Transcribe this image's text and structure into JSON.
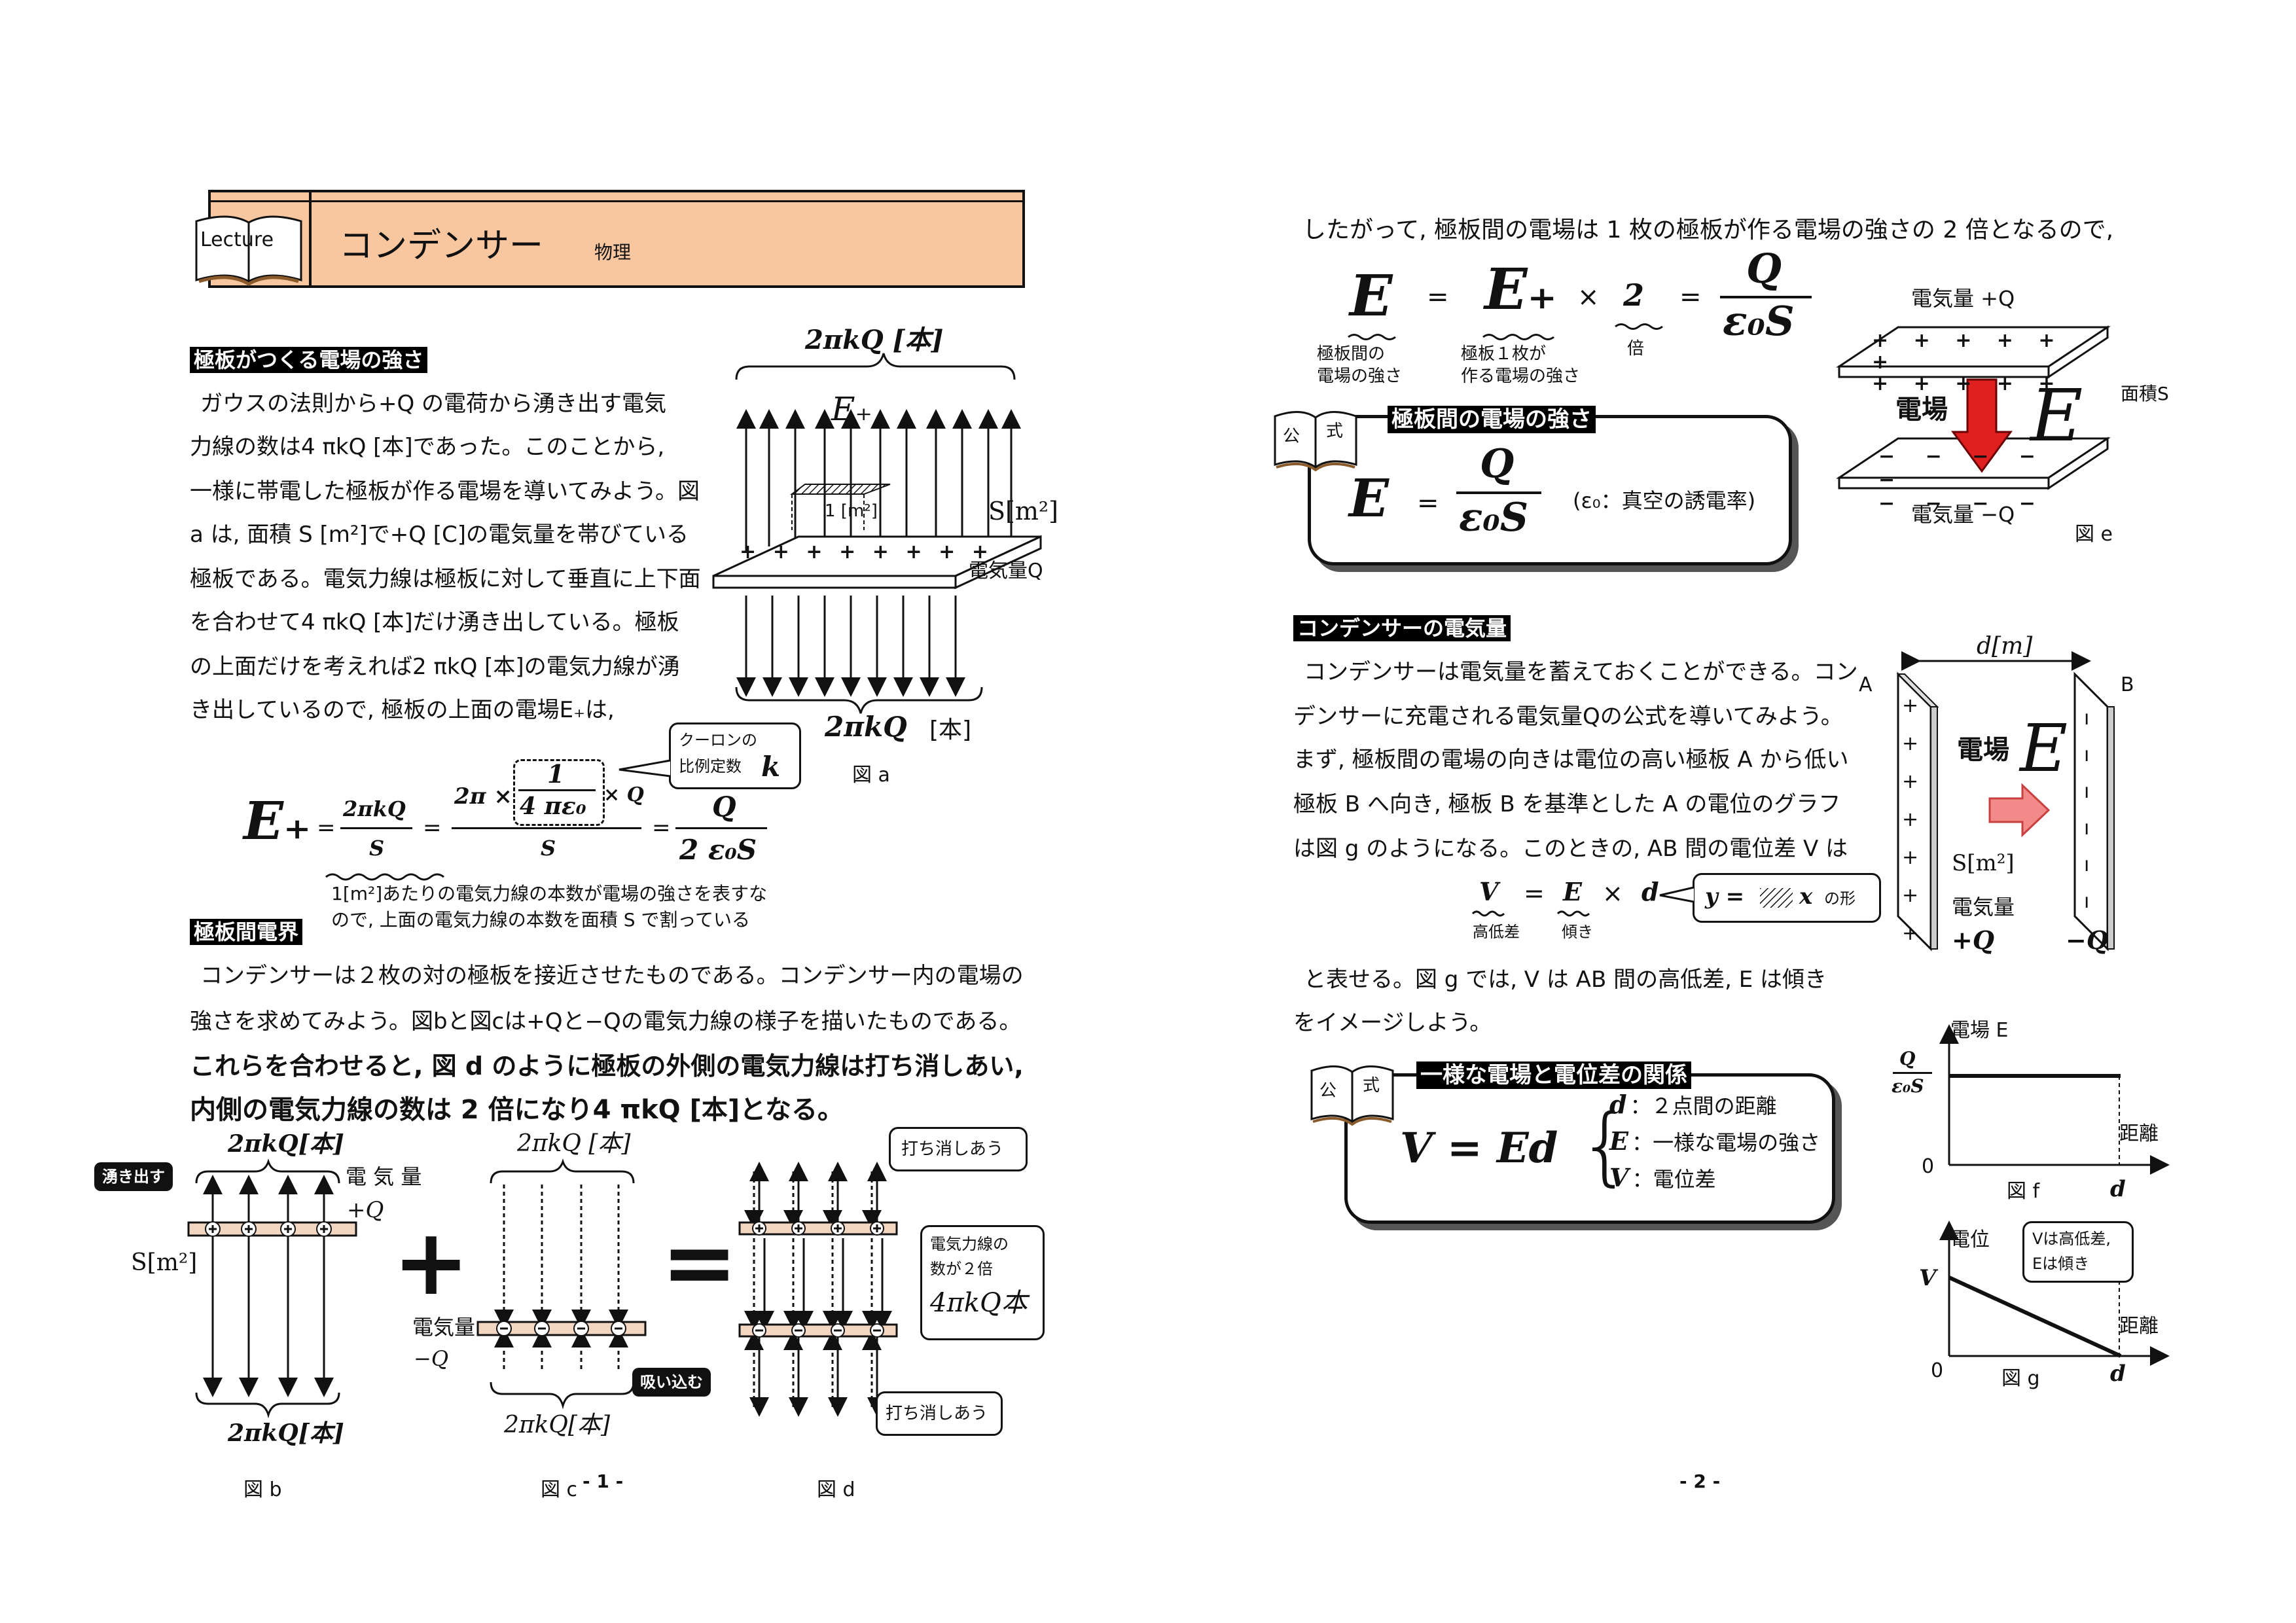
{
  "header": {
    "lecture_tag": "Lecture",
    "title": "コンデンサー",
    "subject": "物理"
  },
  "left": {
    "section1": {
      "heading": "極板がつくる電場の強さ",
      "lines": [
        "ガウスの法則から+Q の電荷から湧き出す電気",
        "力線の数は4 πkQ [本]であった。このことから,",
        "一様に帯電した極板が作る電場を導いてみよう。図",
        "a は, 面積 S [m²]で+Q [C]の電気量を帯びている",
        "極板である。電気力線は極板に対して垂直に上下面",
        "を合わせて4 πkQ [本]だけ湧き出している。極板",
        "の上面だけを考えれば2 πkQ [本]の電気力線が湧",
        "き出しているので, 極板の上面の電場E₊は,"
      ]
    },
    "fig_a": {
      "top_label": "2πkQ [本]",
      "e_label": "E₊",
      "unit_area": "1 [m²]",
      "area_label": "S[m²]",
      "charge_label": "電気量Q",
      "bottom_label": "2πkQ",
      "bottom_unit": "[本]",
      "caption": "図 a",
      "plus_signs": [
        "+",
        "+",
        "+",
        "+",
        "+",
        "+",
        "+",
        "+"
      ]
    },
    "coulomb_note": {
      "line1": "クーロンの",
      "line2": "比例定数",
      "k": "k"
    },
    "formula_eplus": {
      "lhs": "E₊",
      "frac1_num": "2πkQ",
      "frac1_den": "S",
      "frac2_num_a": "2π ×",
      "frac2_num_b": "1",
      "frac2_num_c": "4 πε₀",
      "frac2_num_d": "× Q",
      "frac2_den": "S",
      "frac3_num": "Q",
      "frac3_den": "2 ε₀S",
      "eq": "="
    },
    "note_line1": "1[m²]あたりの電気力線の本数が電場の強さを表すな",
    "note_line2": "ので, 上面の電気力線の本数を面積 S で割っている",
    "section2": {
      "heading": "極板間電界",
      "lines": [
        "コンデンサーは２枚の対の極板を接近させたものである。コンデンサー内の電場の",
        "強さを求めてみよう。図bと図cは+Qと−Qの電気力線の様子を描いたものである。",
        "これらを合わせると, 図 d のように極板の外側の電気力線は打ち消しあい,",
        "内側の電気力線の数は 2 倍になり4 πkQ [本]となる。"
      ]
    },
    "fig_b": {
      "top_label": "2πkQ[本]",
      "bottom_label": "2πkQ[本]",
      "bubble": "湧き出す",
      "charge_label1": "電 気 量",
      "charge_label2": "+Q",
      "area_label": "S[m²]",
      "caption": "図 b"
    },
    "plus_op": "+",
    "fig_c": {
      "top_label": "2πkQ [本]",
      "bottom_label": "2πkQ[本]",
      "charge_label1": "電気量",
      "charge_label2": "−Q",
      "bubble": "吸い込む",
      "caption": "図 c"
    },
    "eq_op": "=",
    "fig_d": {
      "bubble_top": "打ち消しあう",
      "bubble_mid1": "電気力線の",
      "bubble_mid2": "数が２倍",
      "bubble_mid3": "4πkQ本",
      "bubble_bottom": "打ち消しあう",
      "caption": "図 d"
    },
    "page_number": "- 1 -"
  },
  "right": {
    "intro": "したがって, 極板間の電場は 1 枚の極板が作る電場の強さの 2 倍となるので,",
    "formula_double": {
      "e": "E",
      "e_note1": "極板間の",
      "e_note2": "電場の強さ",
      "eq": "=",
      "eplus": "E₊",
      "eplus_note1": "極板１枚が",
      "eplus_note2": "作る電場の強さ",
      "times": "×",
      "two": "2",
      "two_note": "倍",
      "num": "Q",
      "den": "ε₀S"
    },
    "formula_box1": {
      "badge1": "公",
      "badge2": "式",
      "title": "極板間の電場の強さ",
      "lhs": "E",
      "eq": "=",
      "num": "Q",
      "den": "ε₀S",
      "note": "(ε₀：真空の誘電率)"
    },
    "fig_e": {
      "top_charge": "電気量 +Q",
      "bottom_charge": "電気量 −Q",
      "field_label": "電場",
      "field_symbol": "E",
      "area_label": "面積S",
      "caption": "図 e",
      "plus_signs": [
        "+",
        "+",
        "+",
        "+",
        "+",
        "+",
        "+",
        "+",
        "+",
        "+",
        "+"
      ],
      "minus_signs": [
        "−",
        "−",
        "−",
        "−",
        "−",
        "−",
        "−",
        "−",
        "−"
      ]
    },
    "section3": {
      "heading": "コンデンサーの電気量",
      "lines": [
        "コンデンサーは電気量を蓄えておくことができる。コン",
        "デンサーに充電される電気量Qの公式を導いてみよう。",
        "まず, 極板間の電場の向きは電位の高い極板 A から低い",
        "極板 B へ向き, 極板 B を基準とした A の電位のグラフ",
        "は図 g のようになる。このときの, AB 間の電位差 V は"
      ],
      "vformula_v": "V",
      "vformula_eq": "=",
      "vformula_e": "E",
      "vformula_times": "×",
      "vformula_d": "d",
      "v_note": "高低差",
      "e_note": "傾き",
      "bubble_y": "y =",
      "bubble_x": "x",
      "bubble_suffix": "の形",
      "after1": "と表せる。図 g では, V は AB 間の高低差, E は傾き",
      "after2": "をイメージしよう。"
    },
    "formula_box2": {
      "badge1": "公",
      "badge2": "式",
      "title": "一様な電場と電位差の関係",
      "formula": "V = Ed",
      "items": [
        {
          "sym": "d",
          "text": "：２点間の距離"
        },
        {
          "sym": "E",
          "text": "：一様な電場の強さ"
        },
        {
          "sym": "V",
          "text": "：電位差"
        }
      ]
    },
    "fig_capacitor": {
      "gap_label": "d[m]",
      "plate_a": "A",
      "plate_b": "B",
      "field_label": "電場",
      "field_symbol": "E",
      "area_label": "S[m²]",
      "charge_label": "電気量",
      "plus_q": "+Q",
      "minus_q": "−Q"
    },
    "fig_f": {
      "ylabel": "電場 E",
      "ytick_num": "Q",
      "ytick_den": "ε₀S",
      "xlabel": "距離",
      "origin": "0",
      "d_tick": "d",
      "caption": "図 f"
    },
    "fig_g": {
      "ylabel": "電位",
      "ytick": "V",
      "xlabel": "距離",
      "origin": "0",
      "d_tick": "d",
      "bubble1": "Vは高低差,",
      "bubble2": "Eは傾き",
      "caption": "図 g"
    },
    "page_number": "- 2 -"
  }
}
